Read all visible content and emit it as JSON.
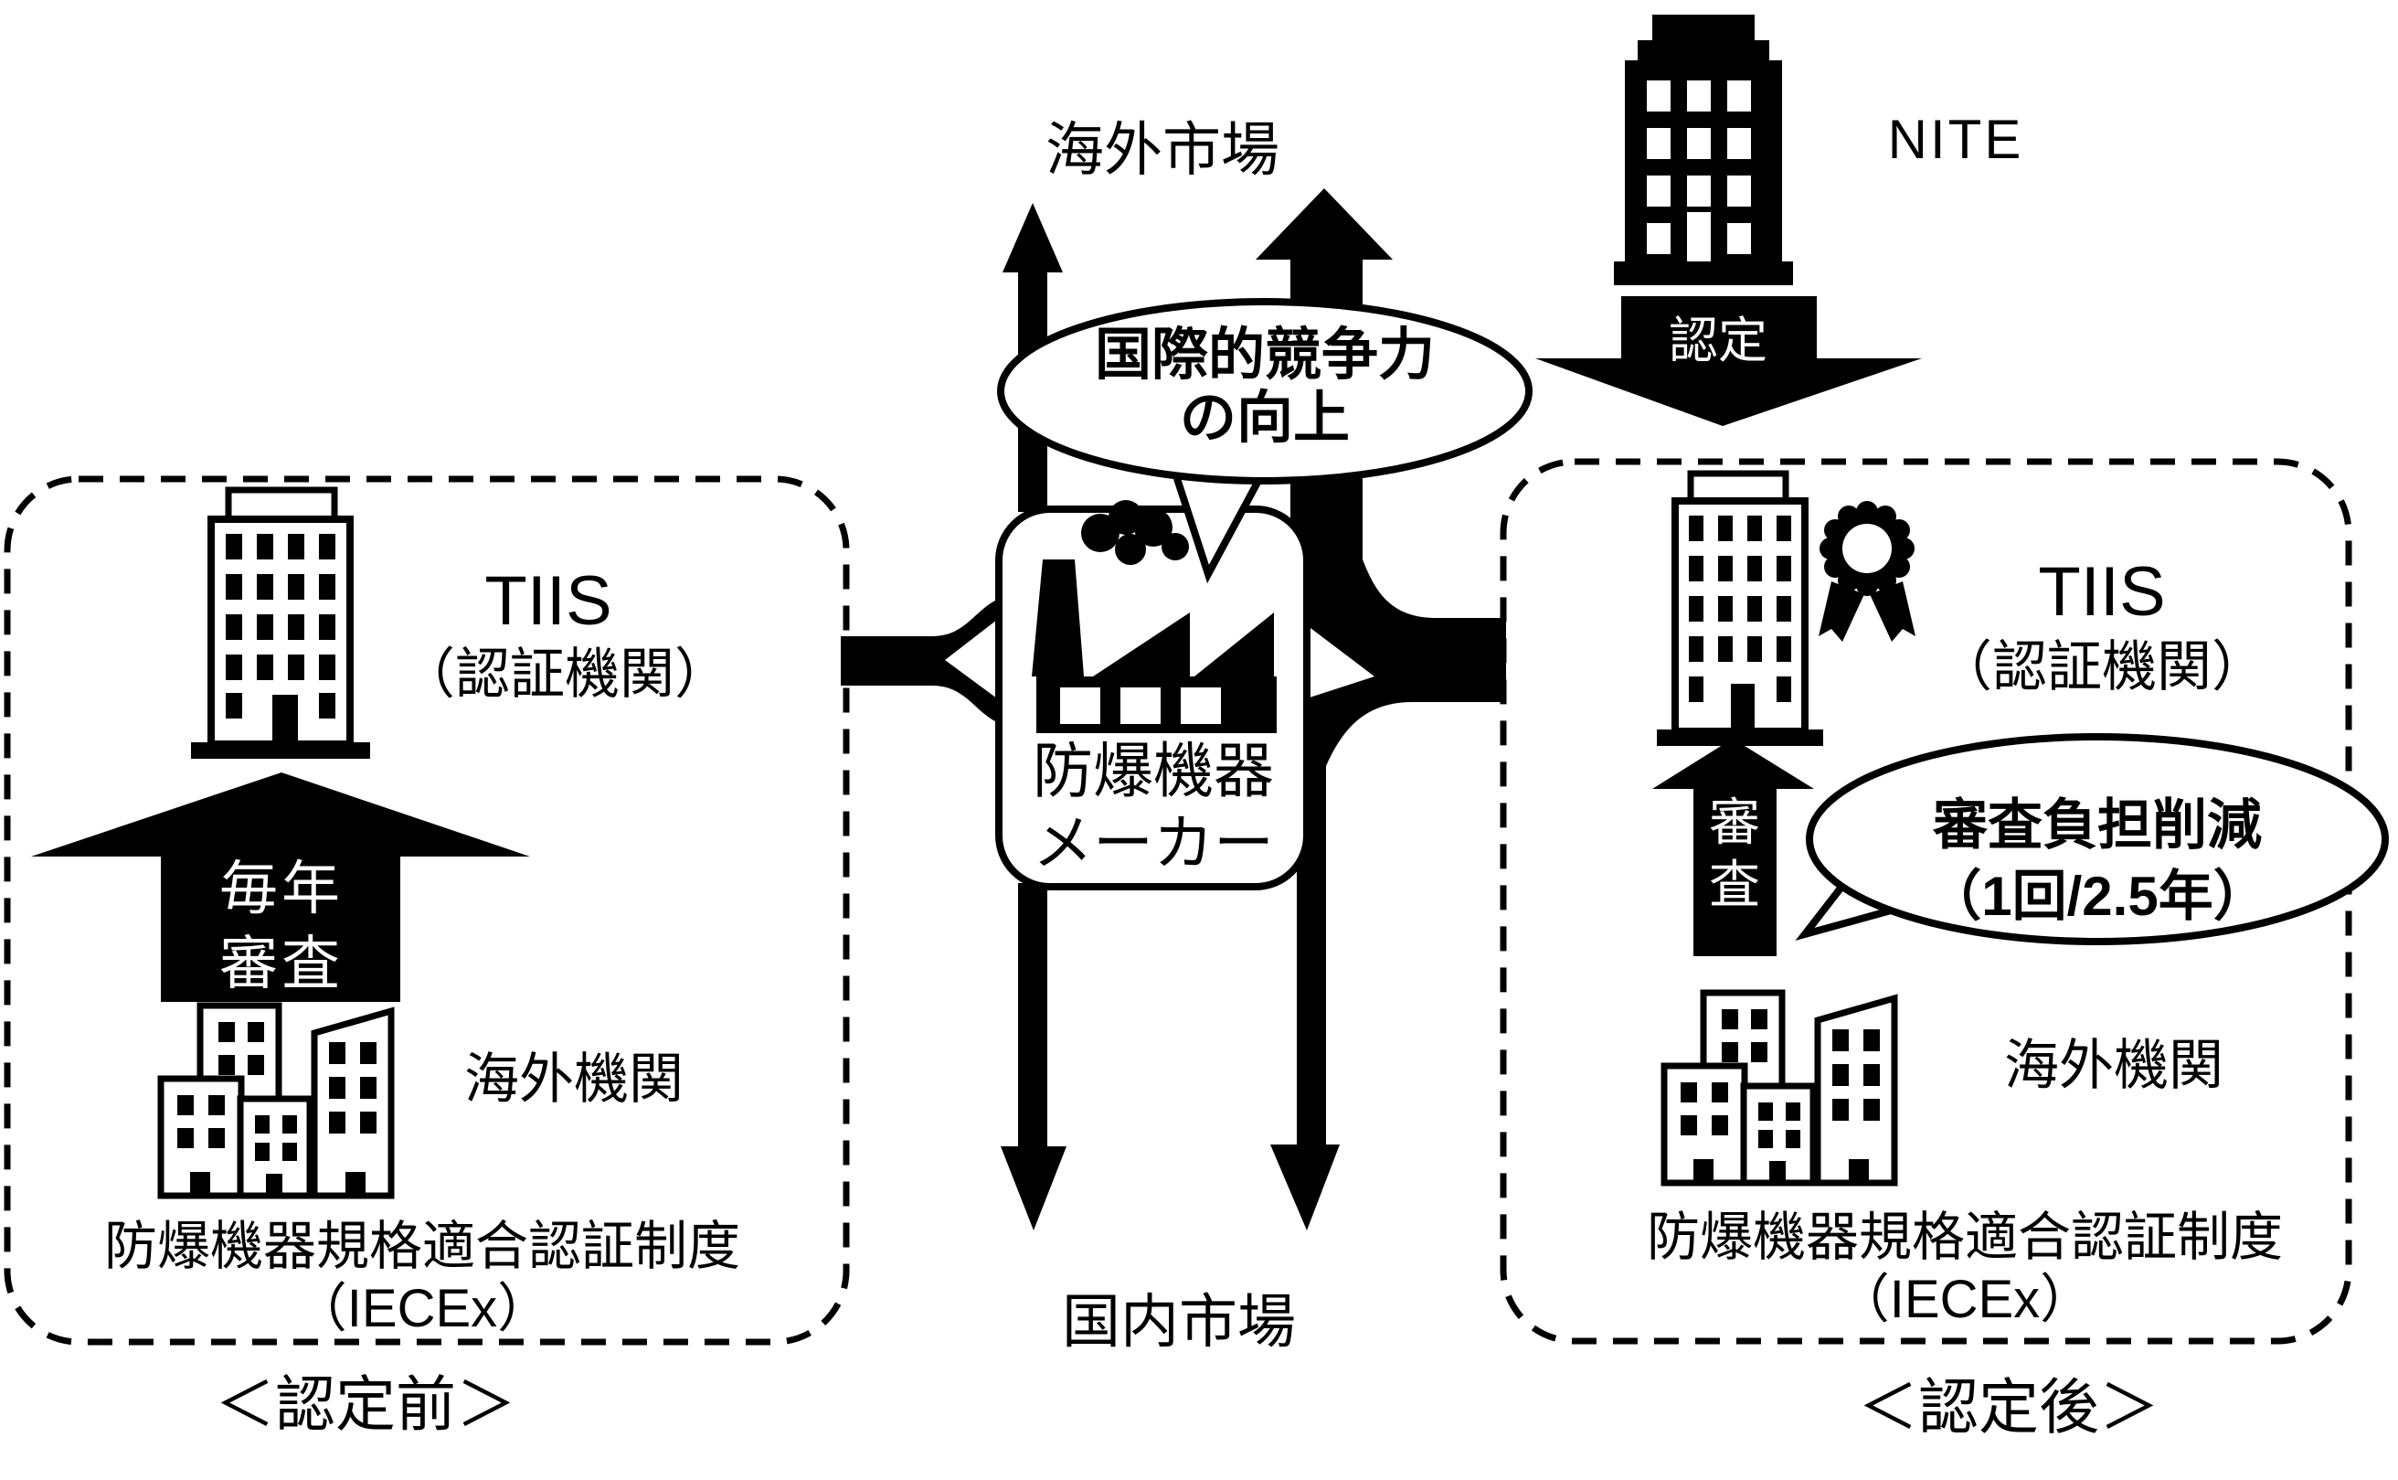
{
  "colors": {
    "ink": "#000000",
    "paper": "#ffffff"
  },
  "top": {
    "overseas_market": "海外市場",
    "domestic_market": "国内市場"
  },
  "nite": {
    "name": "NITE",
    "arrow_label": "認定"
  },
  "maker": {
    "line1": "防爆機器",
    "line2": "メーカー"
  },
  "bubbles": {
    "competitiveness": {
      "line1": "国際的競争力",
      "line2": "の向上"
    },
    "audit_reduction": {
      "line1": "審査負担削減",
      "line2": "（1回/2.5年）"
    }
  },
  "before": {
    "tiis": "TIIS",
    "tiis_role": "（認証機関）",
    "audit_arrow_line1": "毎年",
    "audit_arrow_line2": "審査",
    "overseas_org": "海外機関",
    "scheme_line1": "防爆機器規格適合認証制度",
    "scheme_line2": "（IECEx）",
    "caption": "＜認定前＞"
  },
  "after": {
    "tiis": "TIIS",
    "tiis_role": "（認証機関）",
    "audit_arrow_line1": "審",
    "audit_arrow_line2": "査",
    "overseas_org": "海外機関",
    "scheme_line1": "防爆機器規格適合認証制度",
    "scheme_line2": "（IECEx）",
    "caption": "＜認定後＞"
  }
}
